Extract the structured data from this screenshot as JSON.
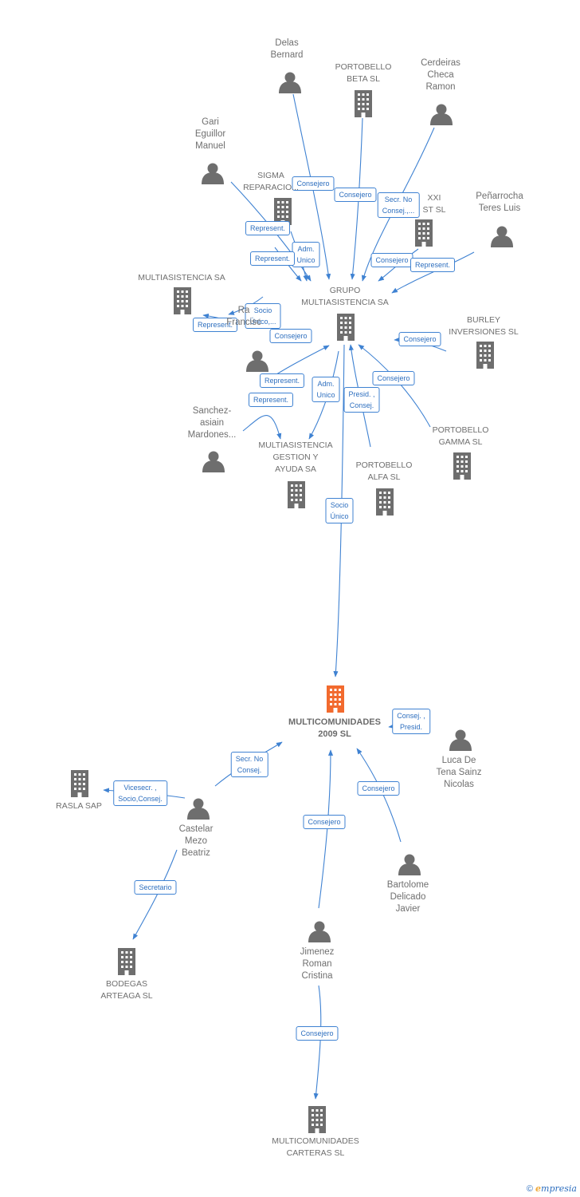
{
  "colors": {
    "node": "#6e6e6e",
    "focus": "#f26a2e",
    "edge": "#3f82d2"
  },
  "nodes": [
    {
      "id": "delas",
      "type": "person",
      "label": "Delas\nBernard"
    },
    {
      "id": "pbeta",
      "type": "company",
      "label": "PORTOBELLO\nBETA SL"
    },
    {
      "id": "cerdeiras",
      "type": "person",
      "label": "Cerdeiras\nCheca\nRamon"
    },
    {
      "id": "gari",
      "type": "person",
      "label": "Gari\nEguillor\nManuel"
    },
    {
      "id": "sigma",
      "type": "company",
      "label": "SIGMA\nREPARACIO..."
    },
    {
      "id": "xxi",
      "type": "company",
      "label": "XXI\nST SL"
    },
    {
      "id": "penarrocha",
      "type": "person",
      "label": "Peñarrocha\nTeres Luis"
    },
    {
      "id": "multiasis",
      "type": "company",
      "label": "MULTIASISTENCIA SA"
    },
    {
      "id": "grupo",
      "type": "company",
      "label": "GRUPO\nMULTIASISTENCIA SA"
    },
    {
      "id": "burley",
      "type": "company",
      "label": "BURLEY\nINVERSIONES SL"
    },
    {
      "id": "francisco",
      "type": "person",
      "label": "Ra\nFrancisc"
    },
    {
      "id": "sanchez",
      "type": "person",
      "label": "Sanchez-\nasiain\nMardones..."
    },
    {
      "id": "mgestion",
      "type": "company",
      "label": "MULTIASISTENCIA\nGESTION Y\nAYUDA SA"
    },
    {
      "id": "palfa",
      "type": "company",
      "label": "PORTOBELLO\nALFA SL"
    },
    {
      "id": "pgamma",
      "type": "company",
      "label": "PORTOBELLO\nGAMMA SL"
    },
    {
      "id": "multicom",
      "type": "focus",
      "label": "MULTICOMUNIDADES\n2009  SL"
    },
    {
      "id": "luca",
      "type": "person",
      "label": "Luca De\nTena Sainz\nNicolas"
    },
    {
      "id": "rasla",
      "type": "company",
      "label": "RASLA SAP"
    },
    {
      "id": "castelar",
      "type": "person",
      "label": "Castelar\nMezo\nBeatriz"
    },
    {
      "id": "bartolome",
      "type": "person",
      "label": "Bartolome\nDelicado\nJavier"
    },
    {
      "id": "jimenez",
      "type": "person",
      "label": "Jimenez\nRoman\nCristina"
    },
    {
      "id": "bodegas",
      "type": "company",
      "label": "BODEGAS\nARTEAGA SL"
    },
    {
      "id": "mcarteras",
      "type": "company",
      "label": "MULTICOMUNIDADES\nCARTERAS SL"
    }
  ],
  "edge_labels": [
    "Consejero",
    "Consejero",
    "Secr.  No\nConsej.,...",
    "Represent.",
    "Adm.\nUnico",
    "Represent.",
    "Consejero",
    "Represent.",
    "Socio\nÚnico,...",
    "Represent.",
    "Consejero",
    "Consejero",
    "Represent.",
    "Adm.\nUnico",
    "Presid. ,\nConsej.",
    "Represent.",
    "Consejero",
    "Socio\nÚnico",
    "Consej. ,\nPresid.",
    "Secr.  No\nConsej.",
    "Vicesecr. ,\nSocio,Consej.",
    "Consejero",
    "Consejero",
    "Secretario",
    "Consejero"
  ],
  "footer": {
    "copyright": "©",
    "brand_initial": "e",
    "brand_rest": "mpresia"
  }
}
